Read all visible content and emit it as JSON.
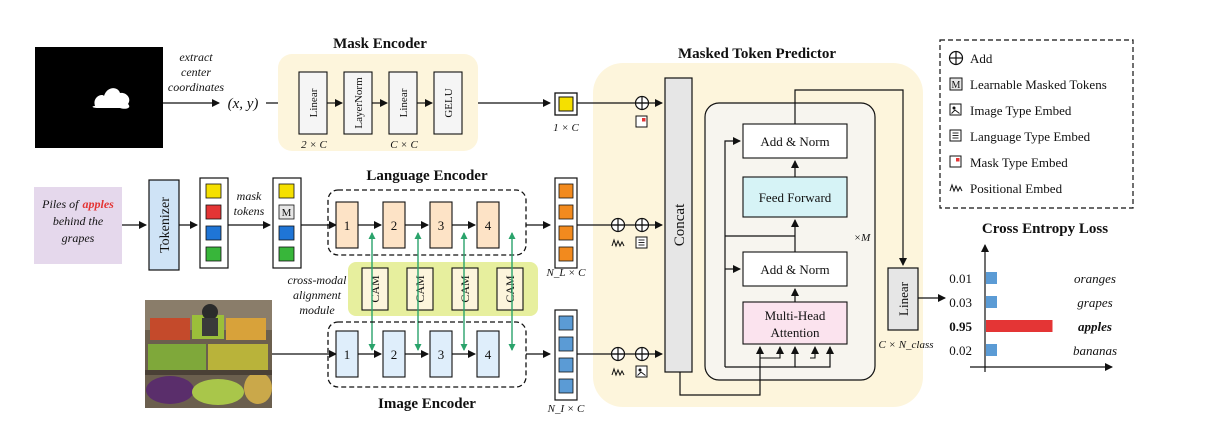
{
  "mask_encoder": {
    "title": "Mask Encoder",
    "layers": [
      "Linear",
      "LayerNorm",
      "Linear",
      "GELU"
    ],
    "dim1": "2 × C",
    "dim2": "C × C",
    "extract_line1": "extract",
    "extract_line2": "center",
    "extract_line3": "coordinates",
    "coords": "(x, y)",
    "out_dim": "1 × C"
  },
  "language_encoder": {
    "title": "Language Encoder",
    "input_line1": "Piles of",
    "input_highlight": "apples",
    "input_line2": "behind the",
    "input_line3": "grapes",
    "tokenizer": "Tokenizer",
    "mask_tokens_line1": "mask",
    "mask_tokens_line2": "tokens",
    "blocks": [
      "1",
      "2",
      "3",
      "4"
    ],
    "out_dim": "N_L × C"
  },
  "cam": {
    "label": "CAM",
    "caption_line1": "cross-modal",
    "caption_line2": "alignment",
    "caption_line3": "module"
  },
  "image_encoder": {
    "title": "Image Encoder",
    "blocks": [
      "1",
      "2",
      "3",
      "4"
    ],
    "out_dim": "N_I × C"
  },
  "predictor": {
    "title": "Masked Token Predictor",
    "concat": "Concat",
    "add_norm_top": "Add & Norm",
    "feed_forward": "Feed Forward",
    "add_norm_bottom": "Add & Norm",
    "mha_line1": "Multi-Head",
    "mha_line2": "Attention",
    "repeat": "×M",
    "linear": "Linear",
    "linear_dim": "C × N_class"
  },
  "legend": {
    "items": [
      "Add",
      "Learnable Masked Tokens",
      "Image Type Embed",
      "Language Type Embed",
      "Mask Type Embed",
      "Positional Embed"
    ]
  },
  "loss": {
    "title": "Cross Entropy Loss"
  },
  "chart_data": {
    "type": "bar",
    "title": "Cross Entropy Loss",
    "categories": [
      "oranges",
      "grapes",
      "apples",
      "bananas"
    ],
    "values": [
      0.01,
      0.03,
      0.95,
      0.02
    ],
    "value_labels": [
      "0.01",
      "0.03",
      "0.95",
      "0.02"
    ],
    "highlight": "apples",
    "xlim": [
      0,
      1
    ]
  },
  "colors": {
    "mask_bg": "#fdf5dc",
    "predictor_bg": "#fdf5dc",
    "lang_block": "#fde3c6",
    "img_block": "#dfeefb",
    "cam_bg": "#e7ef9e",
    "cam_block": "#fdf5dc",
    "tokenizer": "#cfe3f6",
    "text_input_bg": "#e5d8ec",
    "feed_forward": "#d6f3f6",
    "mha": "#fbe3ee",
    "accent_red": "#e43535",
    "arrow_green": "#2aa36b",
    "bar_blue": "#5b9bd5",
    "token_yellow": "#f5e000",
    "token_orange": "#f28a1e",
    "token_blue": "#5b9bd5",
    "token_red": "#e43535",
    "token_cobalt": "#1f75d6",
    "token_green": "#38b63a"
  }
}
